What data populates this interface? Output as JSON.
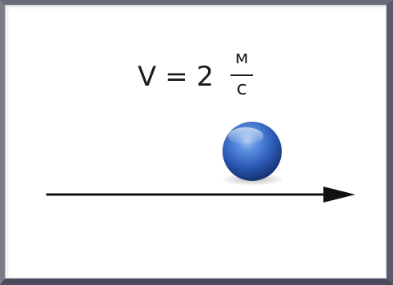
{
  "formula": {
    "lhs": "V = 2",
    "numerator": "м",
    "denominator": "с"
  },
  "colors": {
    "ball": "#2f5fb8",
    "arrow": "#111111",
    "frame": "#5f6070"
  },
  "icons": [
    "ball-icon",
    "arrow-icon"
  ]
}
